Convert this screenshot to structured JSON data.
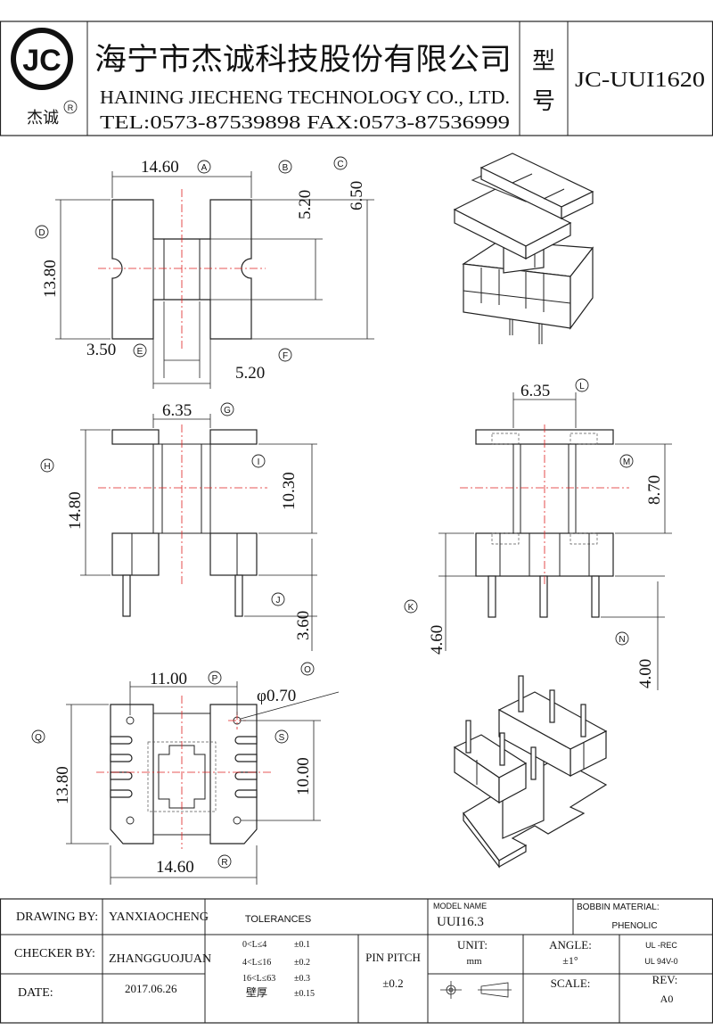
{
  "header": {
    "logo_text": "JC",
    "logo_sub": "杰诚",
    "registered": "R",
    "company_cn": "海宁市杰诚科技股份有限公司",
    "company_en": "HAINING JIECHENG TECHNOLOGY CO., LTD.",
    "contact": "TEL:0573-87539898   FAX:0573-87536999",
    "type_label_1": "型",
    "type_label_2": "号",
    "part_number": "JC-UUI1620"
  },
  "dimensions": {
    "A": {
      "value": "14.60",
      "tag": "A"
    },
    "B": {
      "value": "5.20",
      "tag": "B"
    },
    "C": {
      "value": "6.50",
      "tag": "C"
    },
    "D": {
      "value": "13.80",
      "tag": "D"
    },
    "E": {
      "value": "3.50",
      "tag": "E"
    },
    "F": {
      "value": "5.20",
      "tag": "F"
    },
    "G": {
      "value": "6.35",
      "tag": "G"
    },
    "H": {
      "value": "14.80",
      "tag": "H"
    },
    "I": {
      "value": "10.30",
      "tag": "I"
    },
    "J": {
      "value": "3.60",
      "tag": "J"
    },
    "K": {
      "value": "4.60",
      "tag": "K"
    },
    "L": {
      "value": "6.35",
      "tag": "L"
    },
    "M": {
      "value": "8.70",
      "tag": "M"
    },
    "N": {
      "value": "4.00",
      "tag": "N"
    },
    "O": {
      "value": "φ0.70",
      "tag": "O"
    },
    "P": {
      "value": "11.00",
      "tag": "P"
    },
    "Q": {
      "value": "13.80",
      "tag": "Q"
    },
    "R": {
      "value": "14.60",
      "tag": "R"
    },
    "S": {
      "value": "10.00",
      "tag": "S"
    }
  },
  "title_block": {
    "drawing_by_label": "DRAWING  BY:",
    "drawing_by": "YANXIAOCHENG",
    "checker_by_label": "CHECKER  BY:",
    "checker_by": "ZHANGGUOJUAN",
    "date_label": "DATE:",
    "date": "2017.06.26",
    "tolerances_label": "TOLERANCES",
    "tol_1_range": "0<L≤4",
    "tol_1_value": "±0.1",
    "tol_2_range": "4<L≤16",
    "tol_2_value": "±0.2",
    "tol_3_range": "16<L≤63",
    "tol_3_value": "±0.3",
    "tol_4_range": "壁厚",
    "tol_4_value": "±0.15",
    "pin_pitch_label": "PIN PITCH",
    "pin_pitch_value": "±0.2",
    "model_name_label": "MODEL NAME",
    "model_name": "UUI16.3",
    "unit_label": "UNIT:",
    "unit": "mm",
    "angle_label": "ANGLE:",
    "angle": "±1°",
    "material_label": "BOBBIN MATERIAL:",
    "material": "PHENOLIC",
    "ul_1": "UL -REC",
    "ul_2": "UL  94V-0",
    "scale_label": "SCALE:",
    "rev_label": "REV:",
    "rev": "A0"
  }
}
